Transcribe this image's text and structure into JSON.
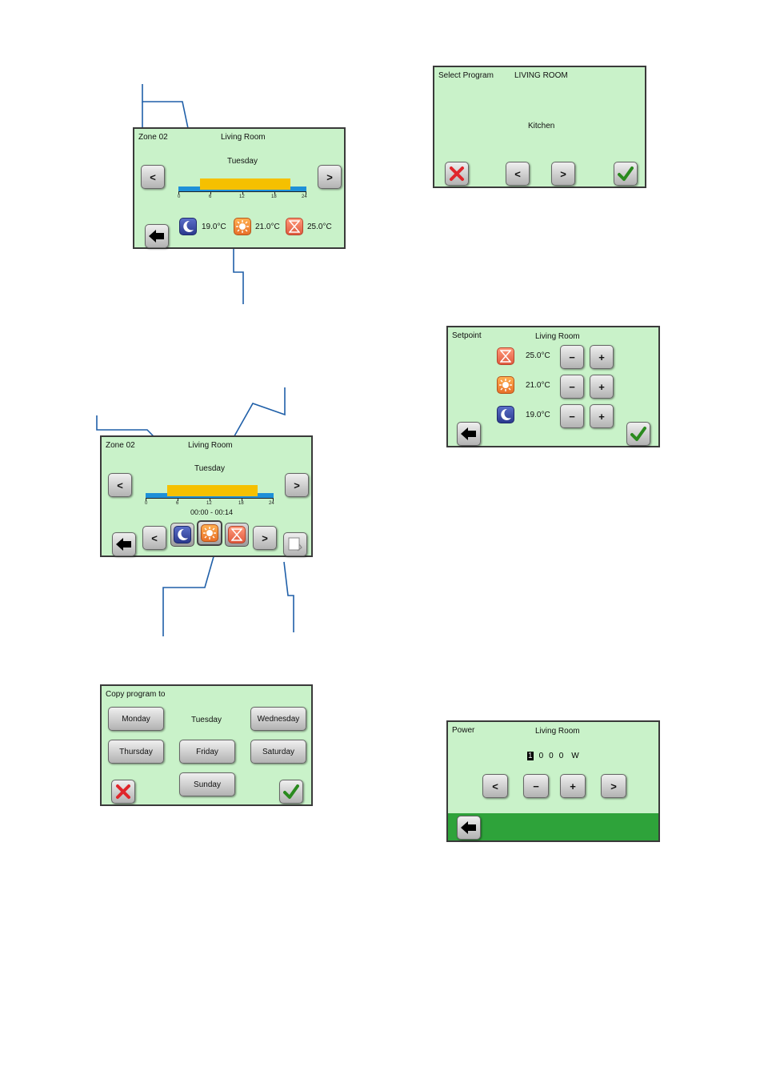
{
  "screen1": {
    "zone": "Zone 02",
    "room": "Living Room",
    "day": "Tuesday",
    "prev": "<",
    "next": ">",
    "axis_ticks": [
      "0",
      "6",
      "12",
      "18",
      "24"
    ],
    "moon_temp": "19.0°C",
    "sun_temp": "21.0°C",
    "glass_temp": "25.0°C"
  },
  "screen2": {
    "title": "Select Program",
    "room": "LIVING ROOM",
    "program": "Kitchen",
    "prev": "<",
    "next": ">"
  },
  "screen3": {
    "zone": "Zone 02",
    "room": "Living Room",
    "day": "Tuesday",
    "prev": "<",
    "next": ">",
    "axis_ticks": [
      "0",
      "6",
      "12",
      "18",
      "24"
    ],
    "time_range": "00:00 - 00:14",
    "mode_prev": "<",
    "mode_next": ">"
  },
  "screen4": {
    "title": "Setpoint",
    "room": "Living Room",
    "rows": [
      {
        "icon": "hourglass-icon",
        "value": "25.0°C"
      },
      {
        "icon": "sun-icon",
        "value": "21.0°C"
      },
      {
        "icon": "moon-icon",
        "value": "19.0°C"
      }
    ],
    "minus": "−",
    "plus": "+"
  },
  "screen5": {
    "title": "Copy program to",
    "current_day": "Tuesday",
    "days": {
      "monday": "Monday",
      "wednesday": "Wednesday",
      "thursday": "Thursday",
      "friday": "Friday",
      "saturday": "Saturday",
      "sunday": "Sunday"
    }
  },
  "screen6": {
    "title": "Power",
    "room": "Living Room",
    "digits": [
      "1",
      "0",
      "0",
      "0"
    ],
    "unit": "W",
    "prev": "<",
    "minus": "−",
    "plus": "+",
    "next": ">",
    "footer_color": "#2ea33a"
  },
  "colors": {
    "screen_bg": "#c9f2c9",
    "schedule_comfort": "#f5c000",
    "schedule_eco": "#1e90d8",
    "callout": "#1f5fa8",
    "check": "#2a8a1e",
    "cross": "#e0262b"
  }
}
